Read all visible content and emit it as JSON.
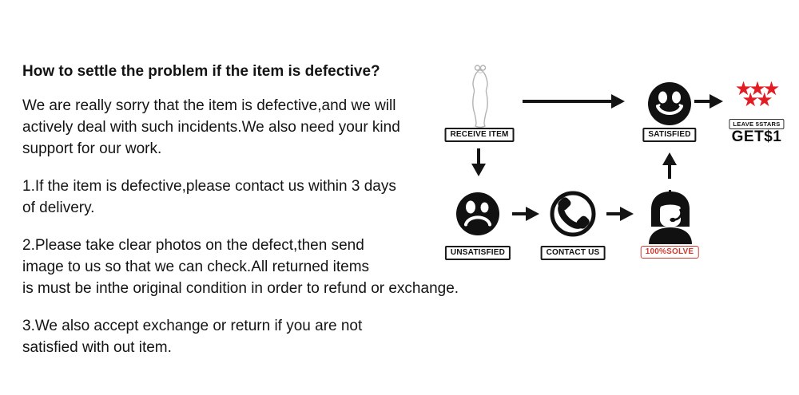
{
  "instructions": {
    "heading": "How to settle the problem if the item is defective?",
    "intro": "We are really sorry that the item is defective,and we will\nactively deal with such incidents.We also need your kind\nsupport for our work.",
    "point_1": "1.If the item is defective,please contact us within 3 days\nof delivery.",
    "point_2": "2.Please take clear photos on the defect,then send\nimage to us so that we can check.All returned items\nis must be inthe original condition in order to refund or exchange.",
    "point_3": "3.We also accept exchange or return if you are not\nsatisfied with out item."
  },
  "flowchart": {
    "receive_label": "RECEIVE ITEM",
    "satisfied_label": "SATISFIED",
    "leave_stars_label": "LEAVE 5STARS",
    "reward_label": "GET$1",
    "unsatisfied_label": "UNSATISFIED",
    "contact_label": "CONTACT US",
    "solve_label": "100%SOLVE",
    "star_glyph": "★",
    "star_count": 5,
    "colors": {
      "star_red": "#e31b23",
      "solve_red": "#cf3a30",
      "ink_black": "#141414",
      "dress_outline": "#b3b3b3"
    }
  }
}
